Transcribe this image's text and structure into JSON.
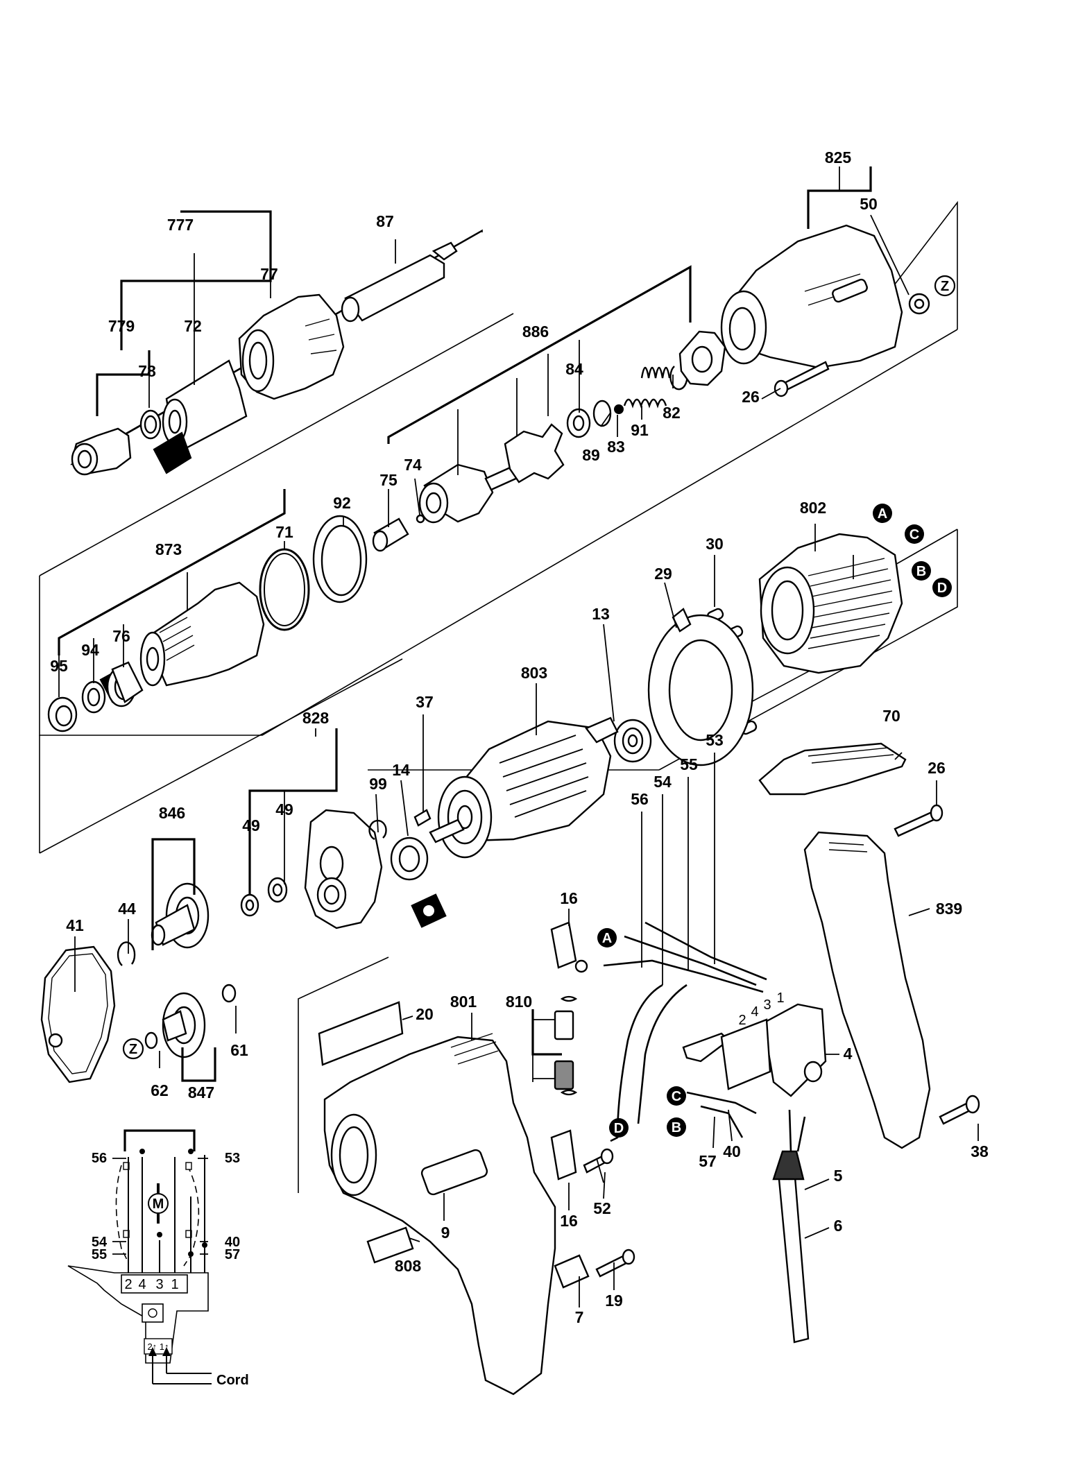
{
  "diagram": {
    "part_labels": [
      {
        "id": "p825",
        "text": "825"
      },
      {
        "id": "p50",
        "text": "50"
      },
      {
        "id": "p777",
        "text": "777"
      },
      {
        "id": "p87",
        "text": "87"
      },
      {
        "id": "p77",
        "text": "77"
      },
      {
        "id": "p779",
        "text": "779"
      },
      {
        "id": "p72",
        "text": "72"
      },
      {
        "id": "p78",
        "text": "78"
      },
      {
        "id": "p886",
        "text": "886"
      },
      {
        "id": "p84",
        "text": "84"
      },
      {
        "id": "p26a",
        "text": "26"
      },
      {
        "id": "p82",
        "text": "82"
      },
      {
        "id": "p91",
        "text": "91"
      },
      {
        "id": "p89",
        "text": "89"
      },
      {
        "id": "p83",
        "text": "83"
      },
      {
        "id": "p74",
        "text": "74"
      },
      {
        "id": "p75",
        "text": "75"
      },
      {
        "id": "p92",
        "text": "92"
      },
      {
        "id": "p71",
        "text": "71"
      },
      {
        "id": "p873",
        "text": "873"
      },
      {
        "id": "p802",
        "text": "802"
      },
      {
        "id": "p30",
        "text": "30"
      },
      {
        "id": "p29",
        "text": "29"
      },
      {
        "id": "p13",
        "text": "13"
      },
      {
        "id": "p803",
        "text": "803"
      },
      {
        "id": "p95",
        "text": "95"
      },
      {
        "id": "p94",
        "text": "94"
      },
      {
        "id": "p76",
        "text": "76"
      },
      {
        "id": "p70",
        "text": "70"
      },
      {
        "id": "p26b",
        "text": "26"
      },
      {
        "id": "p828",
        "text": "828"
      },
      {
        "id": "p99",
        "text": "99"
      },
      {
        "id": "p14",
        "text": "14"
      },
      {
        "id": "p37",
        "text": "37"
      },
      {
        "id": "p846",
        "text": "846"
      },
      {
        "id": "p49a",
        "text": "49"
      },
      {
        "id": "p49b",
        "text": "49"
      },
      {
        "id": "p53a",
        "text": "53"
      },
      {
        "id": "p55a",
        "text": "55"
      },
      {
        "id": "p54a",
        "text": "54"
      },
      {
        "id": "p56a",
        "text": "56"
      },
      {
        "id": "p839",
        "text": "839"
      },
      {
        "id": "p44",
        "text": "44"
      },
      {
        "id": "p41",
        "text": "41"
      },
      {
        "id": "p16a",
        "text": "16"
      },
      {
        "id": "p20",
        "text": "20"
      },
      {
        "id": "p801",
        "text": "801"
      },
      {
        "id": "p810",
        "text": "810"
      },
      {
        "id": "p4",
        "text": "4"
      },
      {
        "id": "p61",
        "text": "61"
      },
      {
        "id": "p62",
        "text": "62"
      },
      {
        "id": "p847",
        "text": "847"
      },
      {
        "id": "p38",
        "text": "38"
      },
      {
        "id": "p40a",
        "text": "40"
      },
      {
        "id": "p57a",
        "text": "57"
      },
      {
        "id": "p5",
        "text": "5"
      },
      {
        "id": "p52",
        "text": "52"
      },
      {
        "id": "p16b",
        "text": "16"
      },
      {
        "id": "p9",
        "text": "9"
      },
      {
        "id": "p6",
        "text": "6"
      },
      {
        "id": "p808",
        "text": "808"
      },
      {
        "id": "p19",
        "text": "19"
      },
      {
        "id": "p7",
        "text": "7"
      }
    ],
    "markers": [
      {
        "id": "mZ1",
        "text": "Z"
      },
      {
        "id": "mZ2",
        "text": "Z"
      },
      {
        "id": "mA1",
        "text": "A"
      },
      {
        "id": "mC1",
        "text": "C"
      },
      {
        "id": "mB1",
        "text": "B"
      },
      {
        "id": "mD1",
        "text": "D"
      },
      {
        "id": "mA2",
        "text": "A"
      },
      {
        "id": "mD2",
        "text": "D"
      },
      {
        "id": "mC2",
        "text": "C"
      },
      {
        "id": "mB2",
        "text": "B"
      }
    ],
    "switch_terminals": [
      "1",
      "3",
      "4",
      "2"
    ],
    "wiring": {
      "labels": [
        {
          "id": "w56",
          "text": "56"
        },
        {
          "id": "w53",
          "text": "53"
        },
        {
          "id": "w54",
          "text": "54"
        },
        {
          "id": "w40",
          "text": "40"
        },
        {
          "id": "w55",
          "text": "55"
        },
        {
          "id": "w57",
          "text": "57"
        }
      ],
      "motor_symbol": "M",
      "terminals": [
        "2",
        "4",
        "3",
        "1"
      ],
      "lower_terminals": "2↑ 1↑",
      "cord_label": "Cord"
    }
  }
}
